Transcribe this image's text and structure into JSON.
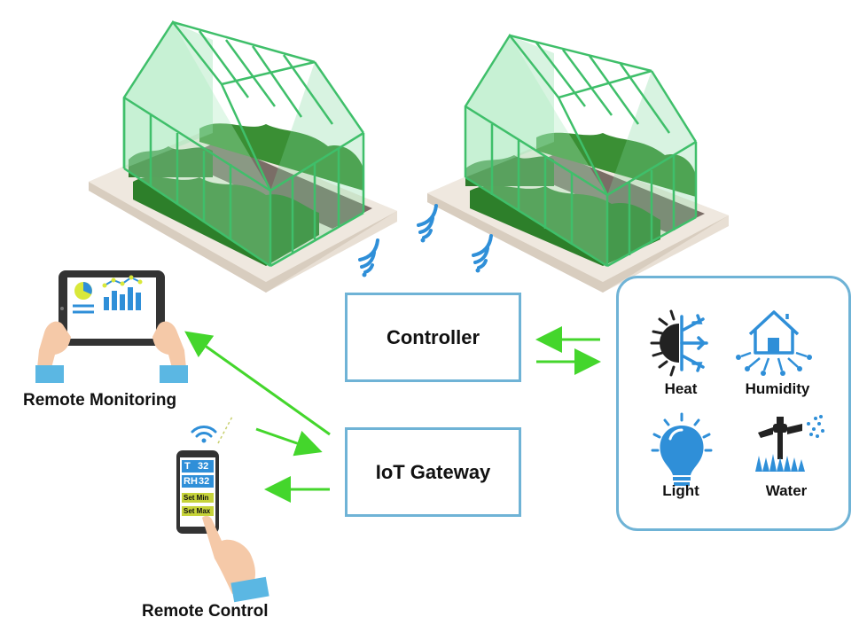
{
  "nodes": {
    "controller": "Controller",
    "gateway": "IoT Gateway"
  },
  "labels": {
    "remote_monitoring": "Remote Monitoring",
    "remote_control": "Remote Control"
  },
  "sensors": [
    {
      "label": "Heat",
      "icon": "sun-snowflake-icon"
    },
    {
      "label": "Humidity",
      "icon": "house-icon"
    },
    {
      "label": "Light",
      "icon": "light-bulb-icon"
    },
    {
      "label": "Water",
      "icon": "sprinkler-icon"
    }
  ],
  "phone": {
    "row1_label": "T",
    "row1_value": "32",
    "row2_label": "RH",
    "row2_value": "32",
    "btn_min": "Set Min",
    "btn_max": "Set Max"
  },
  "colors": {
    "box_border": "#6fb3d6",
    "arrow": "#44d62c",
    "glass": "#3fbf6a",
    "wifi": "#2f8fd8"
  }
}
